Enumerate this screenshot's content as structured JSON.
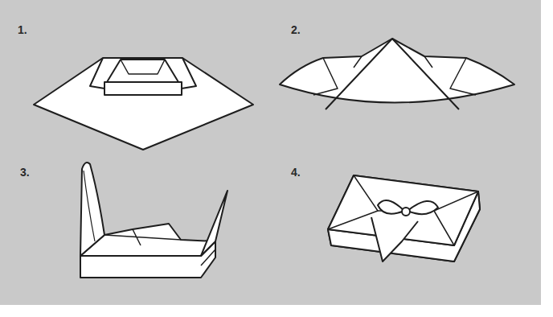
{
  "diagram": {
    "labels": [
      "1.",
      "2.",
      "3.",
      "4."
    ]
  }
}
